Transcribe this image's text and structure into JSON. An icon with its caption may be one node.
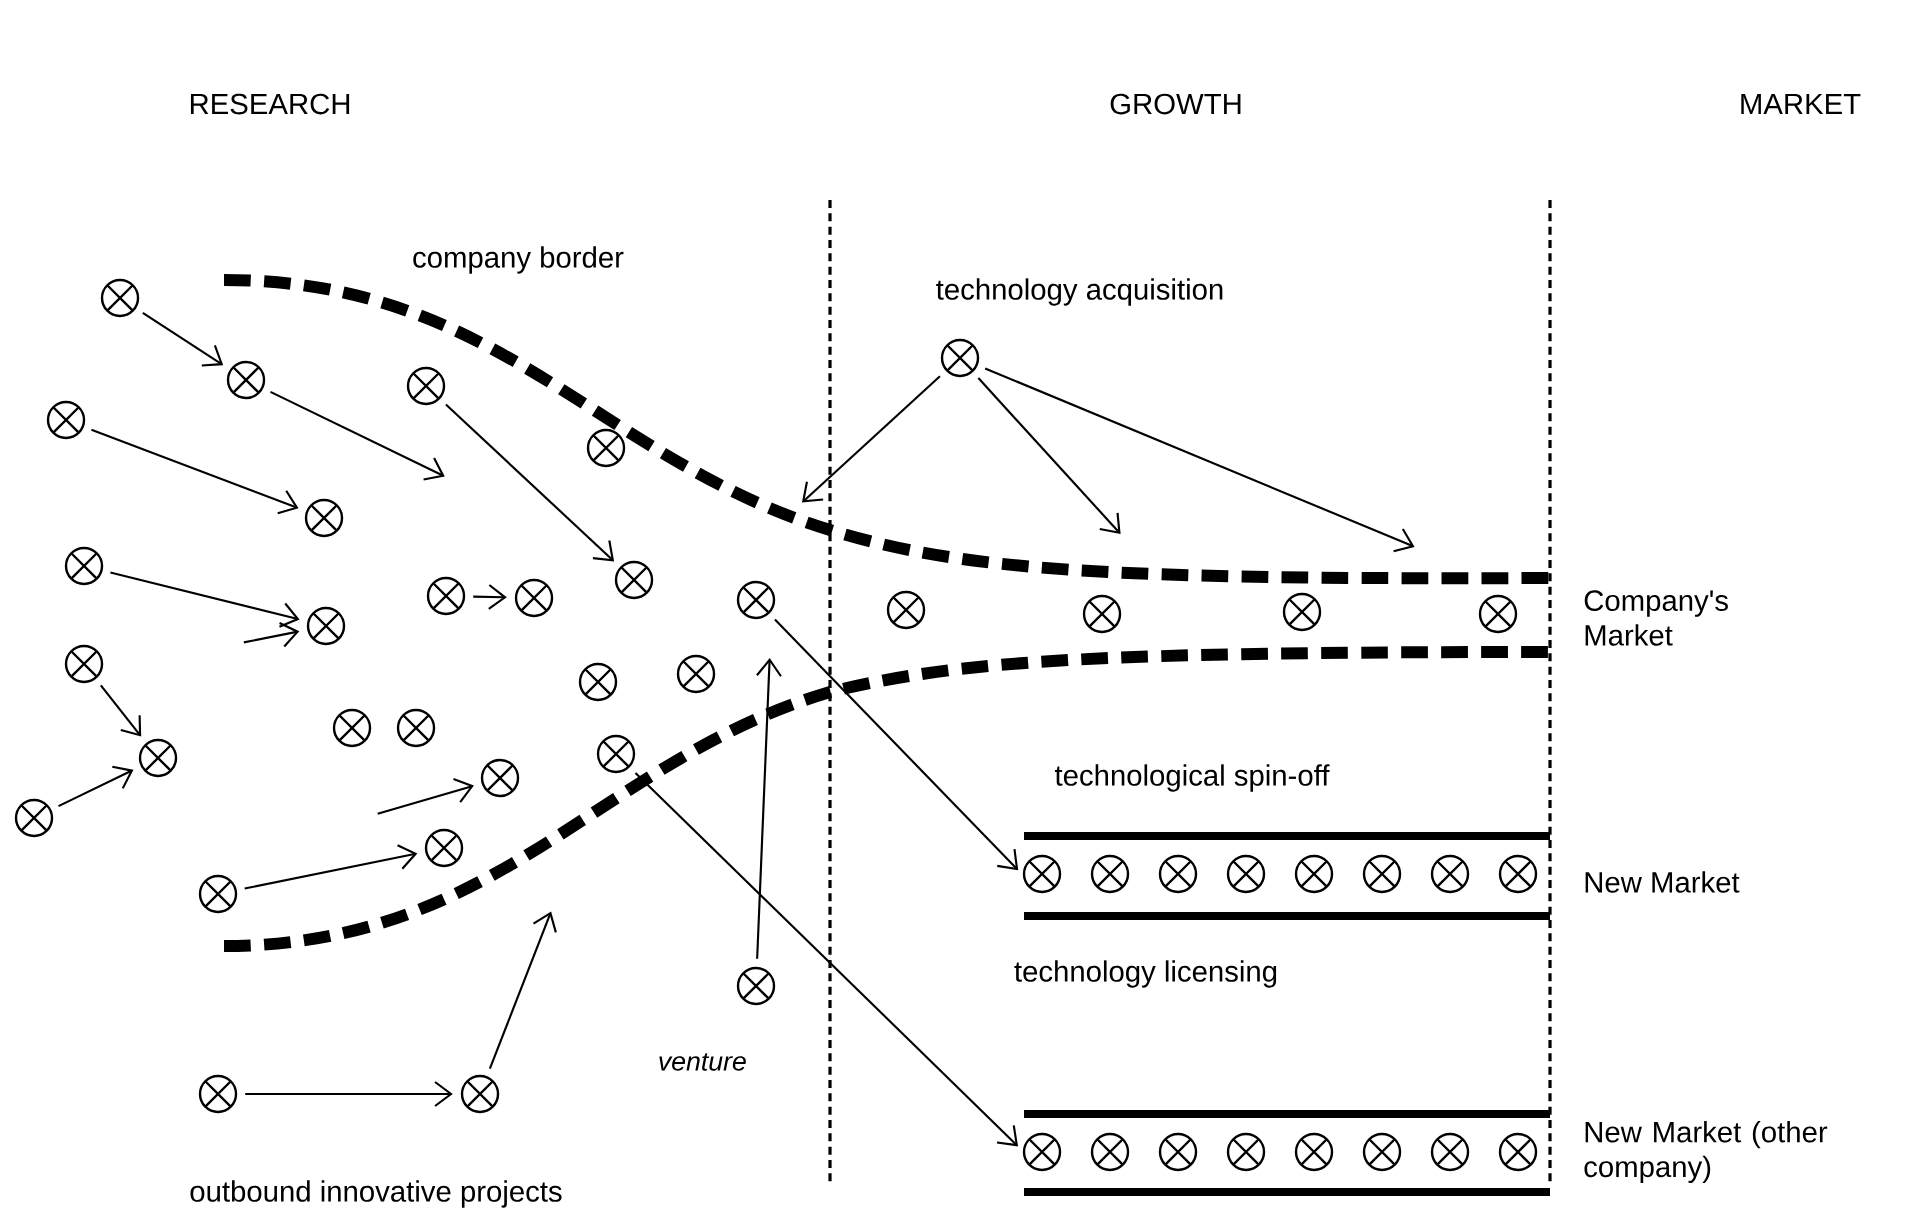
{
  "diagram": {
    "nodes": [
      {
        "text": [],
        "shape": "circle"
      },
      {
        "text": [],
        "shape": "circle"
      },
      {
        "text": [],
        "shape": "circle"
      },
      {
        "text": [],
        "shape": "circle"
      },
      {
        "text": [],
        "shape": "circle"
      },
      {
        "text": [],
        "shape": "circle"
      },
      {
        "text": [],
        "shape": "circle",
        "beside": [
          "technology acquisition"
        ]
      },
      {
        "text": [],
        "shape": "circle"
      },
      {
        "text": [],
        "shape": "circle"
      },
      {
        "text": [],
        "shape": "circle"
      },
      {
        "text": [],
        "shape": "circle"
      },
      {
        "text": [],
        "shape": "circle"
      },
      {
        "text": [],
        "shape": "circle"
      },
      {
        "text": [],
        "shape": "circle"
      },
      {
        "text": [],
        "shape": "circle"
      },
      {
        "text": [],
        "shape": "circle"
      },
      {
        "text": [],
        "shape": "circle"
      },
      {
        "text": [],
        "shape": "circle"
      },
      {
        "text": [],
        "shape": "circle"
      },
      {
        "text": [],
        "shape": "circle"
      },
      {
        "text": [],
        "shape": "circle"
      },
      {
        "text": [],
        "shape": "circle"
      },
      {
        "text": [],
        "shape": "circle"
      },
      {
        "text": [],
        "shape": "circle"
      },
      {
        "text": [],
        "shape": "circle"
      },
      {
        "text": [],
        "shape": "circle"
      },
      {
        "text": [],
        "shape": "circle"
      },
      {
        "text": [],
        "shape": "circle"
      },
      {
        "text": [],
        "shape": "bar",
        "beside": [
          "New Market"
        ]
      },
      {
        "text": [],
        "shape": "circle",
        "in": 28
      },
      {
        "text": [],
        "shape": "circle",
        "in": 28
      },
      {
        "text": [],
        "shape": "circle",
        "in": 28
      },
      {
        "text": [],
        "shape": "circle",
        "in": 28
      },
      {
        "text": [],
        "shape": "circle",
        "in": 28
      },
      {
        "text": [],
        "shape": "circle",
        "in": 28
      },
      {
        "text": [],
        "shape": "circle",
        "in": 28
      },
      {
        "text": [],
        "shape": "circle",
        "in": 28
      },
      {
        "text": [],
        "shape": "circle",
        "beside": [
          "venture"
        ]
      },
      {
        "text": [],
        "shape": "circle"
      },
      {
        "text": [],
        "shape": "circle"
      },
      {
        "text": [],
        "shape": "bar",
        "beside": [
          "New Market (other company)"
        ]
      },
      {
        "text": [],
        "shape": "circle",
        "in": 40
      },
      {
        "text": [],
        "shape": "circle",
        "in": 40
      },
      {
        "text": [],
        "shape": "circle",
        "in": 40
      },
      {
        "text": [],
        "shape": "circle",
        "in": 40
      },
      {
        "text": [],
        "shape": "circle",
        "in": 40
      },
      {
        "text": [],
        "shape": "circle",
        "in": 40
      },
      {
        "text": [],
        "shape": "circle",
        "in": 40
      },
      {
        "text": [],
        "shape": "circle",
        "in": 40
      }
    ],
    "edges": [
      {
        "from": 0,
        "to": 1,
        "arrow": "to"
      },
      {
        "from": 1,
        "to": null,
        "arrow": "to"
      },
      {
        "from": 2,
        "to": 11,
        "arrow": "to"
      },
      {
        "from": 3,
        "to": 4,
        "arrow": "to"
      },
      {
        "from": 7,
        "to": 8,
        "arrow": "to"
      },
      {
        "from": null,
        "to": 8,
        "arrow": "to"
      },
      {
        "from": 9,
        "to": 10,
        "arrow": "to"
      },
      {
        "from": 17,
        "to": 22,
        "arrow": "to"
      },
      {
        "from": 25,
        "to": 22,
        "arrow": "to"
      },
      {
        "from": 27,
        "to": 26,
        "arrow": "to"
      },
      {
        "from": null,
        "to": 24,
        "arrow": "to"
      },
      {
        "from": 38,
        "to": 39,
        "arrow": "to"
      },
      {
        "from": 39,
        "to": null,
        "arrow": "to"
      },
      {
        "from": 37,
        "to": null,
        "arrow": "to"
      },
      {
        "from": 12,
        "to": 28,
        "arrow": "to"
      },
      {
        "from": 23,
        "to": 40,
        "arrow": "to"
      },
      {
        "from": 6,
        "to": null,
        "arrow": "to"
      },
      {
        "from": 6,
        "to": null,
        "arrow": "to"
      },
      {
        "from": 6,
        "to": null,
        "arrow": "to"
      }
    ],
    "labels": [
      "RESEARCH",
      "GROWTH",
      "MARKET",
      "company border",
      "Company's Market",
      "technological spin-off",
      "technology licensing",
      "outbound innovative projects"
    ]
  }
}
